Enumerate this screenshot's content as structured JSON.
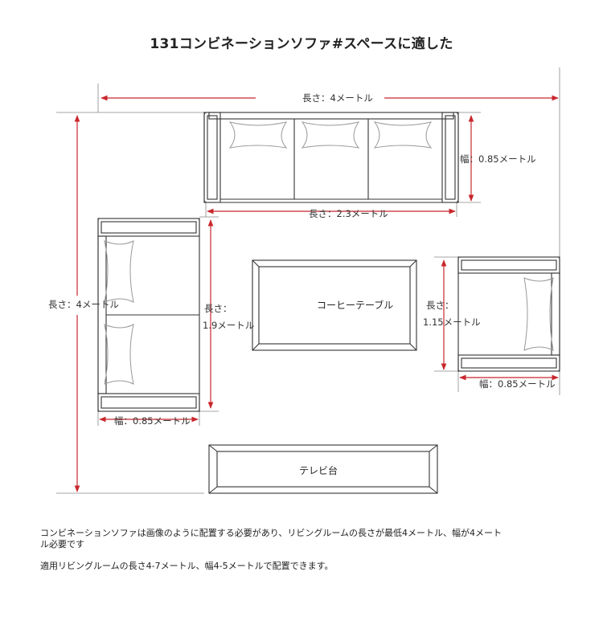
{
  "title": "131コンビネーションソファ#スペースに適した",
  "dimensions": {
    "total_length_top": "長さ：4メートル",
    "total_length_left": "長さ：4メートル",
    "sofa_top_length": "長さ：2.3メートル",
    "sofa_top_width": "幅：0.85メートル",
    "sofa_left_length_a": "長さ：",
    "sofa_left_length_b": "1.9メートル",
    "sofa_left_width": "幅：0.85メートル",
    "chair_length_a": "長さ：",
    "chair_length_b": "1.15メートル",
    "chair_width": "幅：0.85メートル"
  },
  "furniture": {
    "coffee_table": "コーヒーテーブル",
    "tv_stand": "テレビ台"
  },
  "notes": {
    "line1": "コンビネーションソファは画像のように配置する必要があり、リビングルームの長さが最低4メートル、幅が4メートル必要です",
    "line2": "適用リビングルームの長さ4-7メートル、幅4-5メートルで配置できます。"
  },
  "colors": {
    "dimension_line": "#c8272d",
    "outline": "#333333"
  }
}
